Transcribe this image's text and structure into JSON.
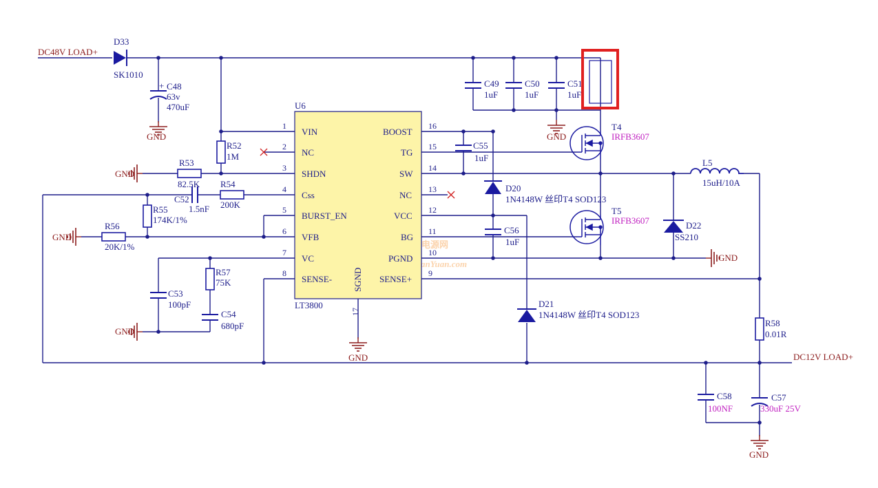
{
  "nets": {
    "input": "DC48V  LOAD+",
    "output": "DC12V  LOAD+",
    "gnd": "GND"
  },
  "ic": {
    "ref": "U6",
    "part": "LT3800",
    "sgnd": "SGND",
    "pins_left": [
      {
        "num": "1",
        "name": "VIN"
      },
      {
        "num": "2",
        "name": "NC"
      },
      {
        "num": "3",
        "name": "SHDN"
      },
      {
        "num": "4",
        "name": "Css"
      },
      {
        "num": "5",
        "name": "BURST_EN"
      },
      {
        "num": "6",
        "name": "VFB"
      },
      {
        "num": "7",
        "name": "VC"
      },
      {
        "num": "8",
        "name": "SENSE-"
      }
    ],
    "pins_right": [
      {
        "num": "16",
        "name": "BOOST"
      },
      {
        "num": "15",
        "name": "TG"
      },
      {
        "num": "14",
        "name": "SW"
      },
      {
        "num": "13",
        "name": "NC"
      },
      {
        "num": "12",
        "name": "VCC"
      },
      {
        "num": "11",
        "name": "BG"
      },
      {
        "num": "10",
        "name": "PGND"
      },
      {
        "num": "9",
        "name": "SENSE+"
      }
    ],
    "pin_bottom": "17"
  },
  "parts": {
    "D33": {
      "ref": "D33",
      "value": "SK1010"
    },
    "C48": {
      "ref": "C48",
      "value": "63v",
      "value2": "470uF"
    },
    "R52": {
      "ref": "R52",
      "value": "1M"
    },
    "R53": {
      "ref": "R53",
      "value": "82.5K"
    },
    "C52": {
      "ref": "C52",
      "value": "1.5nF"
    },
    "R54": {
      "ref": "R54",
      "value": "200K"
    },
    "R55": {
      "ref": "R55",
      "value": "174K/1%"
    },
    "R56": {
      "ref": "R56",
      "value": "20K/1%"
    },
    "R57": {
      "ref": "R57",
      "value": "75K"
    },
    "C53": {
      "ref": "C53",
      "value": "100pF"
    },
    "C54": {
      "ref": "C54",
      "value": "680pF"
    },
    "C49": {
      "ref": "C49",
      "value": "1uF"
    },
    "C50": {
      "ref": "C50",
      "value": "1uF"
    },
    "C51": {
      "ref": "C51",
      "value": "1uF"
    },
    "C55": {
      "ref": "C55",
      "value": "1uF"
    },
    "C56": {
      "ref": "C56",
      "value": "1uF"
    },
    "D20": {
      "ref": "D20",
      "value": "1N4148W 丝印T4 SOD123"
    },
    "D21": {
      "ref": "D21",
      "value": "1N4148W 丝印T4 SOD123"
    },
    "T4": {
      "ref": "T4",
      "value": "IRFB3607"
    },
    "T5": {
      "ref": "T5",
      "value": "IRFB3607"
    },
    "L5": {
      "ref": "L5",
      "value": "15uH/10A"
    },
    "D22": {
      "ref": "D22",
      "value": "SS210"
    },
    "R58": {
      "ref": "R58",
      "value": "0.01R"
    },
    "C58": {
      "ref": "C58",
      "value": "100NF"
    },
    "C57": {
      "ref": "C57",
      "value": "330uF 25V"
    }
  },
  "watermark": {
    "cn": "电源网",
    "en": "DianYuan.com"
  },
  "colors": {
    "wire": "#1d1d8a",
    "label": "#1d1d8a",
    "net": "#8b1a1a",
    "component": "#1a1aa0",
    "ic_fill": "#fdf4a8",
    "mosfet_value": "#c020c0",
    "highlight": "#e02020",
    "no_connect": "#d02020"
  }
}
